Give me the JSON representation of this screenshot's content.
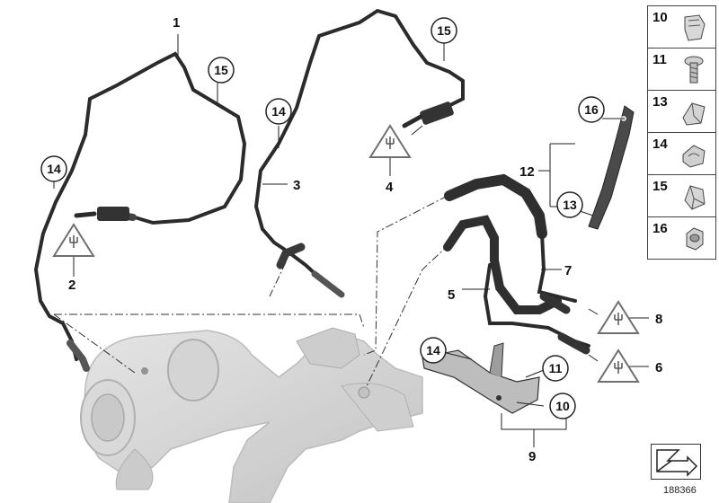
{
  "callouts": {
    "c1": "1",
    "c2": "2",
    "c3": "3",
    "c4": "4",
    "c5": "5",
    "c6": "6",
    "c7": "7",
    "c8": "8",
    "c9": "9",
    "c10": "10",
    "c11": "11",
    "c12": "12",
    "c13": "13",
    "c14": "14",
    "c15": "15",
    "c16": "16"
  },
  "legend": {
    "items": [
      {
        "label": "10",
        "icon": "clip-icon"
      },
      {
        "label": "11",
        "icon": "bolt-icon"
      },
      {
        "label": "13",
        "icon": "cable-clip-icon"
      },
      {
        "label": "14",
        "icon": "cable-holder-icon"
      },
      {
        "label": "15",
        "icon": "spring-clip-icon"
      },
      {
        "label": "16",
        "icon": "hex-nut-icon"
      }
    ]
  },
  "diagram_id": "188366",
  "colors": {
    "hose": "#2b2b2b",
    "engine_ghost": "#cfcfcf",
    "warning": "#6f6f6f"
  }
}
